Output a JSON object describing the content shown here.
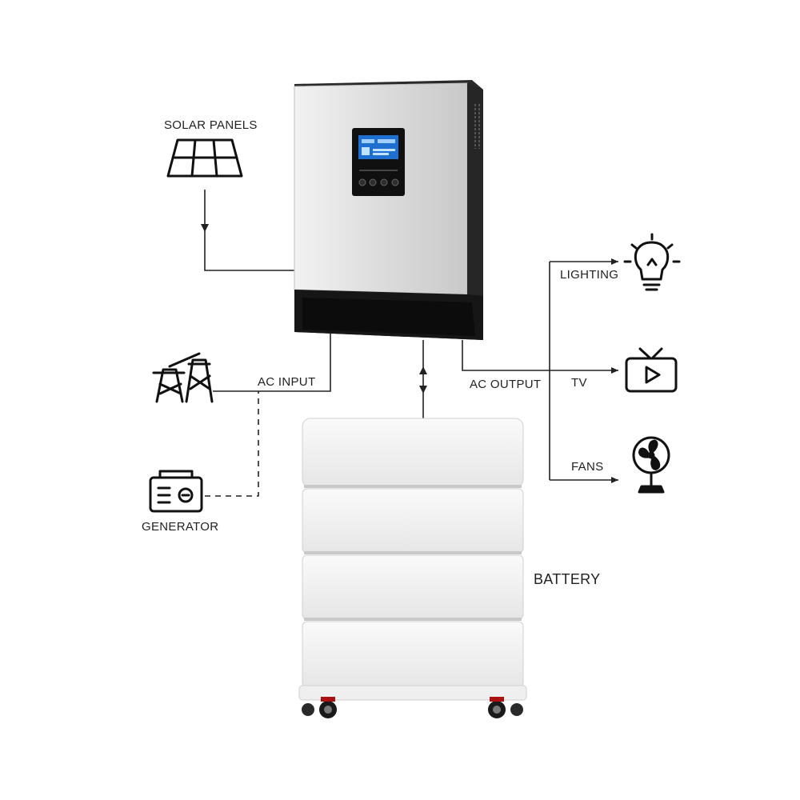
{
  "labels": {
    "solar_panels": "SOLAR PANELS",
    "ac_input": "AC INPUT",
    "generator": "GENERATOR",
    "ac_output": "AC OUTPUT",
    "lighting": "LIGHTING",
    "tv": "TV",
    "fans": "FANS",
    "battery": "BATTERY"
  },
  "icons": {
    "solar": "solar-panel-icon",
    "grid": "power-tower-icon",
    "generator": "generator-icon",
    "lighting": "light-bulb-icon",
    "tv": "tv-icon",
    "fan": "fan-icon"
  },
  "colors": {
    "line": "#222222",
    "inverter_body": "#d9d9d9",
    "inverter_base": "#161616",
    "lcd": "#1f6fd0",
    "battery": "#f4f4f4"
  }
}
